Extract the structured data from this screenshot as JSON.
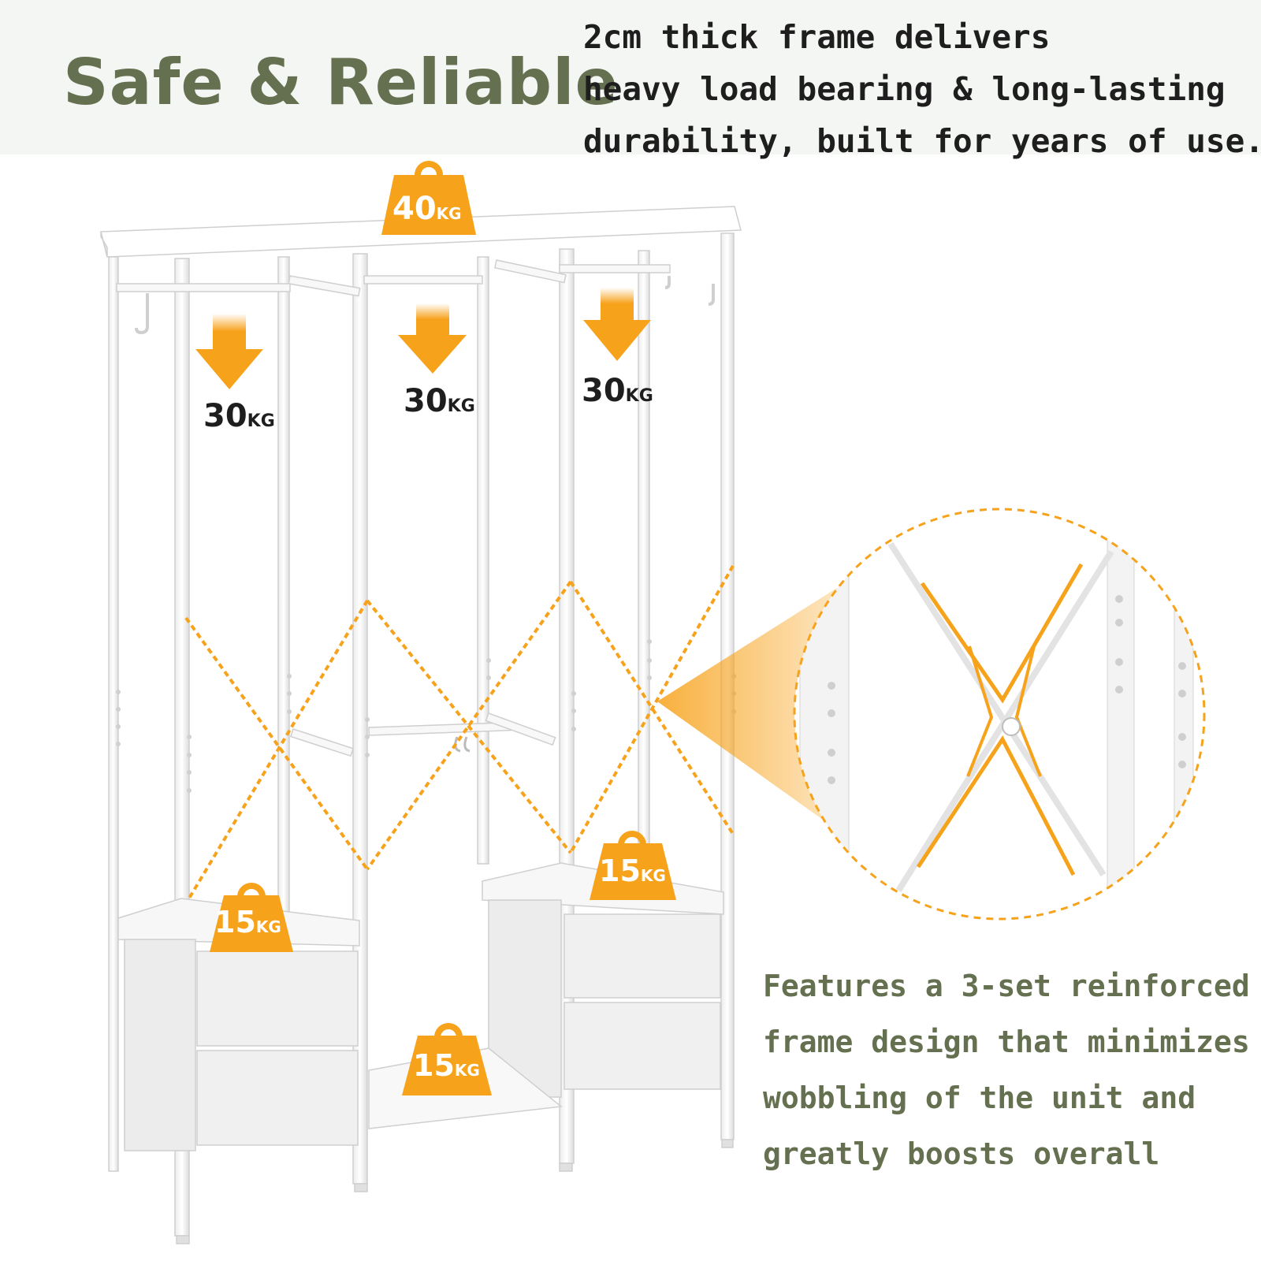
{
  "headline": "Safe & Reliable",
  "top_description": [
    "2cm thick frame delivers",
    "heavy load bearing & long-lasting",
    "durability, built for years of use."
  ],
  "bottom_description": [
    "Features a 3-set reinforced",
    "frame design that minimizes",
    "wobbling of the unit and",
    "greatly boosts overall"
  ],
  "load_labels": {
    "top_shelf": {
      "value": "40",
      "unit": "KG"
    },
    "rod_left": {
      "value": "30",
      "unit": "KG"
    },
    "rod_center": {
      "value": "30",
      "unit": "KG"
    },
    "rod_right": {
      "value": "30",
      "unit": "KG"
    },
    "drawer_left": {
      "value": "15",
      "unit": "KG"
    },
    "drawer_right": {
      "value": "15",
      "unit": "KG"
    },
    "bottom_shelf": {
      "value": "15",
      "unit": "KG"
    }
  },
  "colors": {
    "accent_orange": "#f7a21b",
    "headline_olive": "#64704f",
    "frame_white": "#ffffff",
    "frame_shadow": "#d9d9d9",
    "header_band": "#f4f6f3"
  },
  "icons": {
    "weight_badge": "weight-icon",
    "load_arrow": "down-arrow-icon",
    "zoom_callout": "magnifier-circle"
  }
}
